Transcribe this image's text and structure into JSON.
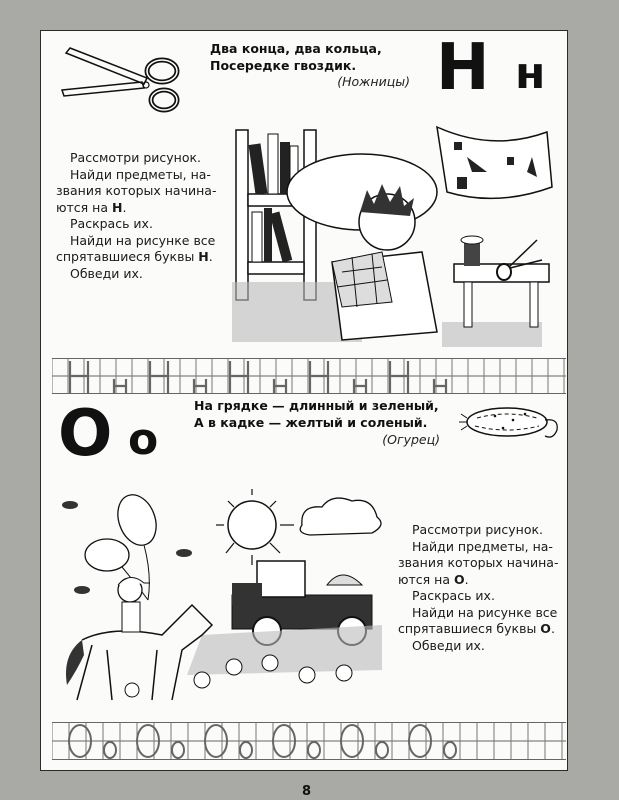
{
  "page_number": "8",
  "section_n": {
    "letter_upper": "Н",
    "letter_lower": "н",
    "riddle_lines": [
      "Два конца, два кольца,",
      "Посередке гвоздик."
    ],
    "riddle_answer": "(Ножницы)",
    "instructions": {
      "line1": "Рассмотри рисунок.",
      "line2": "Найди предметы, на-",
      "line3": "звания которых начина-",
      "line4_prefix": "ются на ",
      "line4_letter": "Н",
      "line4_suffix": ".",
      "line5": "Раскрась их.",
      "line6": "Найди на рисунке все",
      "line7_prefix": "спрятавшиеся буквы ",
      "line7_letter": "Н",
      "line7_suffix": ".",
      "line8": "Обведи их."
    },
    "illustrations": [
      "scissors",
      "boy sewing with bookshelf, pillow, banner, spool and scissors on stool"
    ],
    "tracing_pattern": [
      "Н",
      "н",
      "Н",
      "н",
      "Н",
      "н",
      "Н",
      "н",
      "Н",
      "н"
    ]
  },
  "section_o": {
    "letter_upper": "О",
    "letter_lower": "о",
    "riddle_lines": [
      "На грядке — длинный и зеленый,",
      "А в кадке — желтый и соленый."
    ],
    "riddle_answer": "(Огурец)",
    "instructions": {
      "line1": "Рассмотри рисунок.",
      "line2": "Найди предметы, на-",
      "line3": "звания которых начина-",
      "line4_prefix": "ются на ",
      "line4_letter": "О",
      "line4_suffix": ".",
      "line5": "Раскрась их.",
      "line6": "Найди на рисунке все",
      "line7_prefix": "спрятавшиеся буквы ",
      "line7_letter": "О",
      "line7_suffix": ".",
      "line8": "Обведи их."
    },
    "illustrations": [
      "cucumber",
      "boy on donkey with balloons, bees, sun, cloud, truck, dandelions"
    ],
    "tracing_pattern": [
      "О",
      "о",
      "О",
      "о",
      "О",
      "о",
      "О",
      "о",
      "О",
      "о",
      "О",
      "о"
    ]
  }
}
